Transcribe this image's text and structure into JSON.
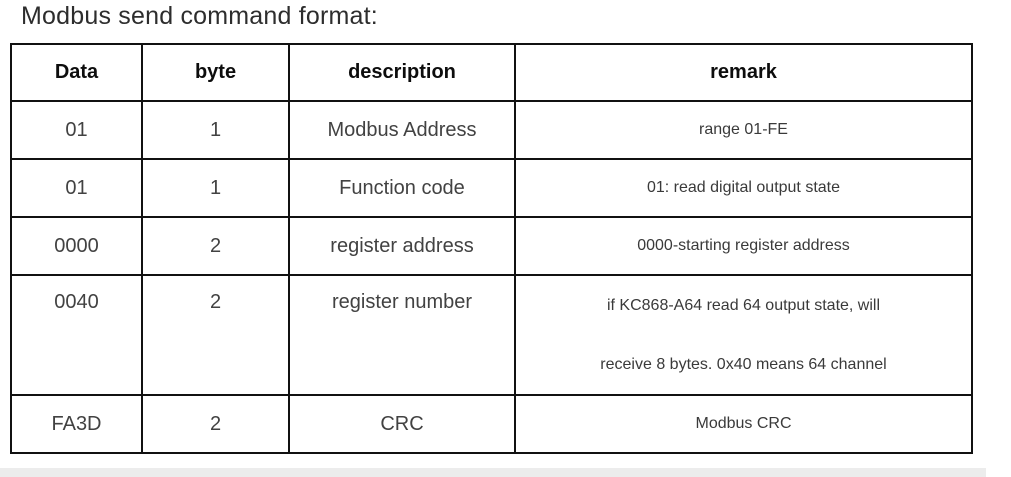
{
  "page": {
    "title": "Modbus send command format:"
  },
  "table": {
    "headers": [
      "Data",
      "byte",
      "description",
      "remark"
    ],
    "rows": [
      {
        "data": "01",
        "byte": "1",
        "description": "Modbus Address",
        "remark": "range 01-FE"
      },
      {
        "data": "01",
        "byte": "1",
        "description": "Function code",
        "remark": "01: read digital output state"
      },
      {
        "data": "0000",
        "byte": "2",
        "description": "register address",
        "remark": "0000-starting register address"
      },
      {
        "data": "0040",
        "byte": "2",
        "description": "register number",
        "remark_lines": [
          "if KC868-A64 read 64 output state, will",
          "receive 8 bytes. 0x40 means 64 channel"
        ]
      },
      {
        "data": "FA3D",
        "byte": "2",
        "description": "CRC",
        "remark": "Modbus CRC"
      }
    ]
  },
  "colors": {
    "table_border": "#111111",
    "header_text": "#0d0d0d",
    "body_text": "#3e3e3e",
    "bottom_edge": "#ececec",
    "background": "#ffffff"
  }
}
